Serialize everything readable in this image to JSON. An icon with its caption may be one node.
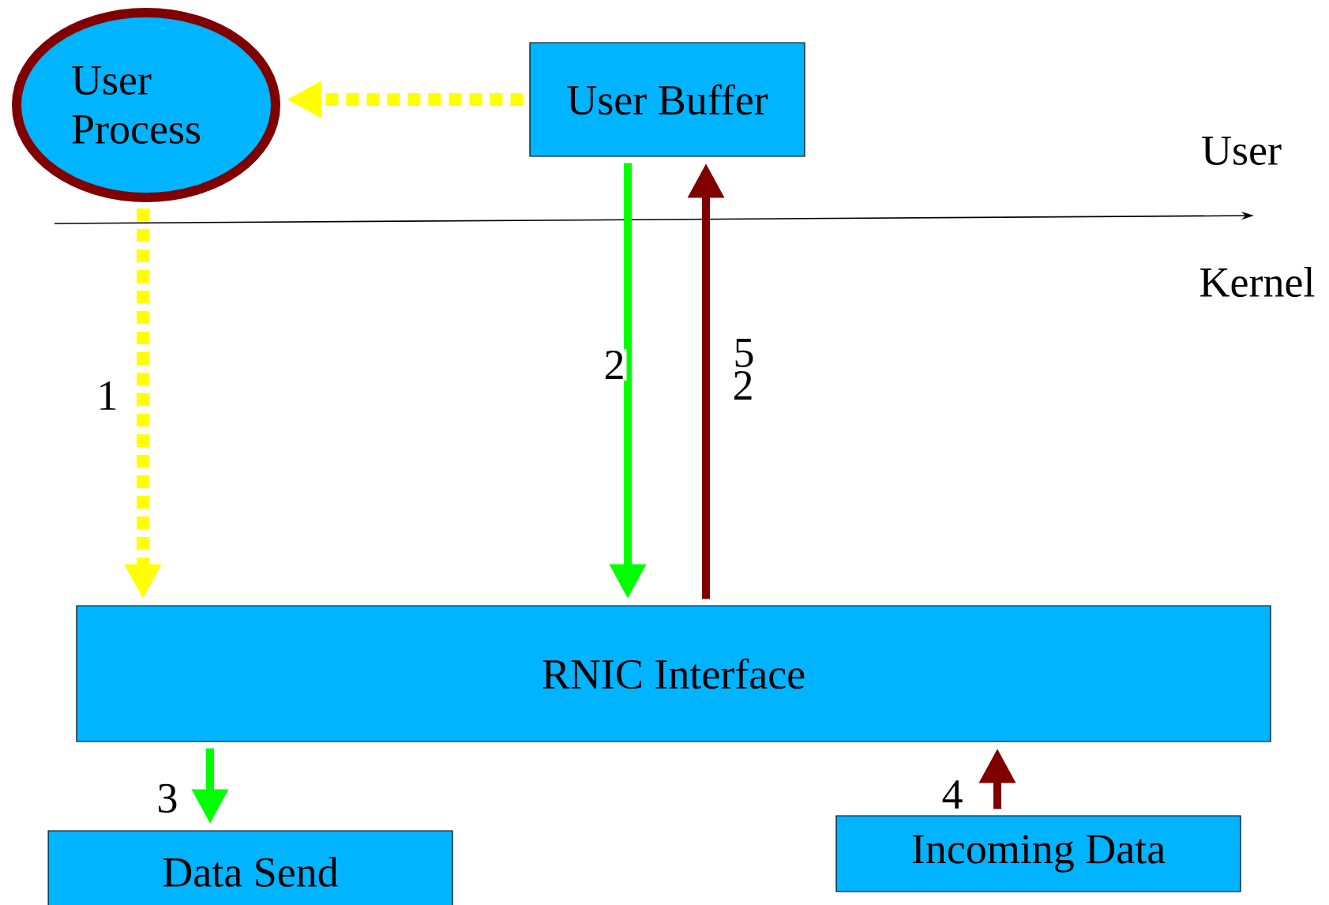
{
  "diagram": {
    "nodes": [
      {
        "text": [
          "User Process"
        ]
      },
      {
        "text": [
          "User Buffer"
        ]
      },
      {
        "text": [
          "RNIC Interface"
        ]
      },
      {
        "text": [
          "Data Send"
        ]
      },
      {
        "text": [
          "Incoming Data"
        ]
      }
    ],
    "edges": [
      {
        "from": 1,
        "to": 0,
        "arrow": "to",
        "style": "dashed",
        "color": "#ffff00"
      },
      {
        "from": 0,
        "to": 2,
        "arrow": "to",
        "label": "1",
        "style": "dashed",
        "color": "#ffff00"
      },
      {
        "from": 1,
        "to": 2,
        "arrow": "to",
        "label": "2",
        "color": "#00ff00"
      },
      {
        "from": 2,
        "to": 1,
        "arrow": "to",
        "label": "5",
        "color": "#800000"
      },
      {
        "from": 2,
        "to": 3,
        "arrow": "to",
        "label": "3",
        "color": "#00ff00"
      },
      {
        "from": 4,
        "to": 2,
        "arrow": "to",
        "label": "4",
        "color": "#800000"
      }
    ],
    "labels": [
      "User",
      "Kernel",
      "2"
    ]
  }
}
